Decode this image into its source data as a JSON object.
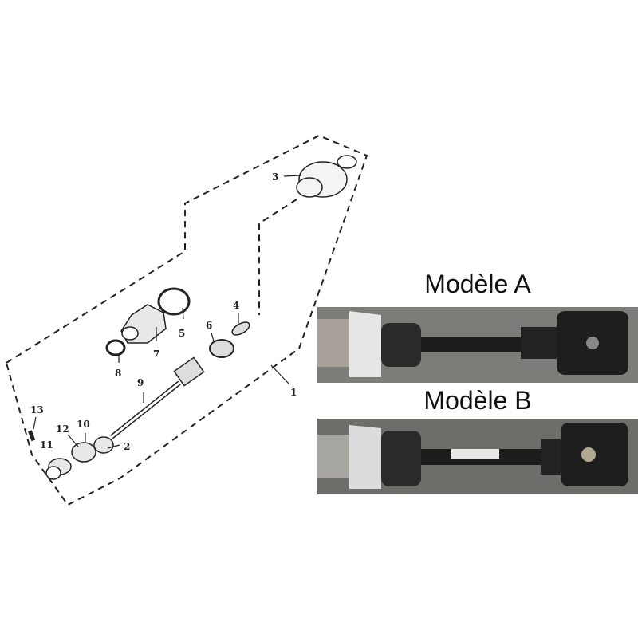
{
  "diagram": {
    "part_numbers": [
      "1",
      "2",
      "3",
      "4",
      "5",
      "6",
      "7",
      "8",
      "9",
      "10",
      "11",
      "12",
      "13"
    ]
  },
  "models": [
    {
      "label": "Modèle A"
    },
    {
      "label": "Modèle B"
    }
  ]
}
